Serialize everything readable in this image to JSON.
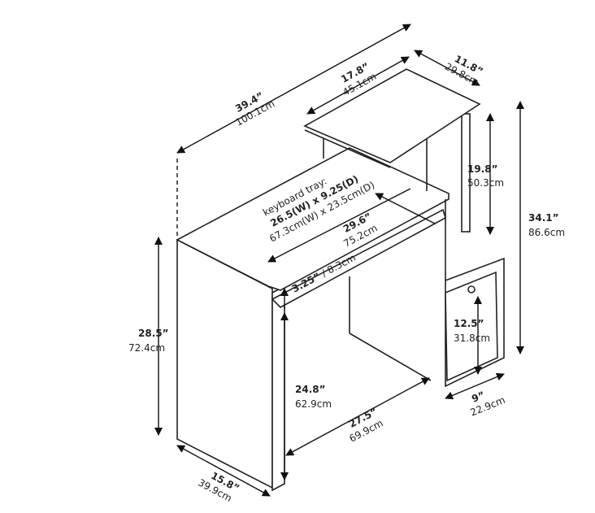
{
  "dimensions": {
    "overall_width": {
      "in": "39.4”",
      "cm": "100.1cm"
    },
    "shelf_width": {
      "in": "17.8”",
      "cm": "45.1cm"
    },
    "shelf_depth": {
      "in": "11.8”",
      "cm": "29.8cm"
    },
    "shelf_height": {
      "in": "19.8”",
      "cm": "50.3cm"
    },
    "overall_height": {
      "in": "34.1”",
      "cm": "86.6cm"
    },
    "keyboard_tray": {
      "label": "keyboard tray:",
      "in": "26.5(W) x 9.25(D)",
      "cm": "67.3cm(W) x 23.5cm(D)"
    },
    "desk_width": {
      "in": "29.6”",
      "cm": "75.2cm"
    },
    "tray_height": {
      "text": "3.25” / 8.3cm",
      "in": "3.25”",
      "cm": " / 8.3cm"
    },
    "desk_height": {
      "in": "28.5”",
      "cm": "72.4cm"
    },
    "cabinet_height": {
      "in": "12.5”",
      "cm": "31.8cm"
    },
    "knee_height": {
      "in": "24.8”",
      "cm": "62.9cm"
    },
    "knee_width": {
      "in": "27.5”",
      "cm": "69.9cm"
    },
    "cabinet_width": {
      "in": "9”",
      "cm": "22.9cm"
    },
    "desk_depth": {
      "in": "15.8”",
      "cm": "39.9cm"
    }
  }
}
